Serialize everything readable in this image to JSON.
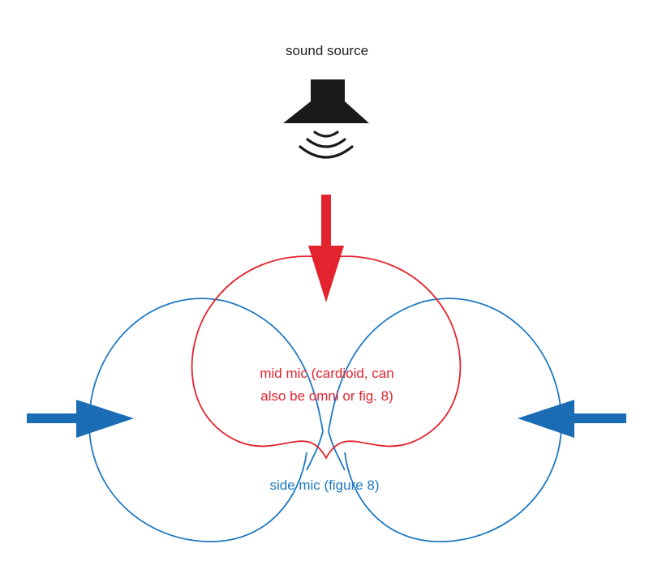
{
  "labels": {
    "source": "sound source",
    "mid_line1": "mid mic (cardioid, can",
    "mid_line2": "also be omni or fig. 8)",
    "side": "side mic (figure 8)"
  },
  "colors": {
    "mid": "#e3232e",
    "side": "#1f79c2",
    "side_arrow": "#1a6db5",
    "speaker": "#1a1a1a",
    "text_dark": "#222222"
  },
  "icons": {
    "source": "loudspeaker-icon"
  }
}
